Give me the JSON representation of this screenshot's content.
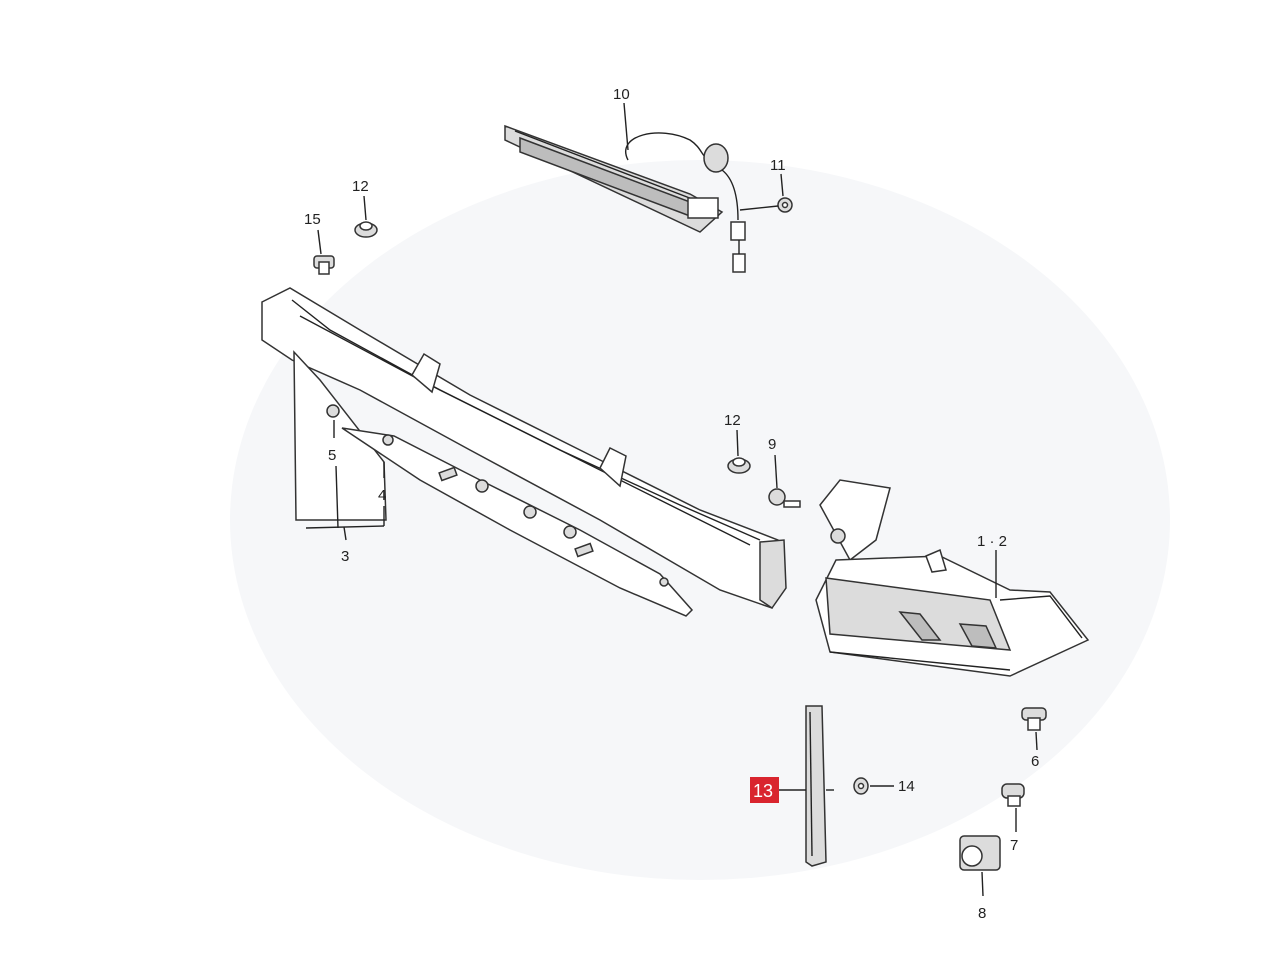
{
  "labels": {
    "p10": "10",
    "p11": "11",
    "p12a": "12",
    "p15": "15",
    "p5": "5",
    "p4": "4",
    "p3": "3",
    "p12b": "12",
    "p9": "9",
    "p1_2": "1 · 2",
    "p6": "6",
    "p14": "14",
    "p13": "13",
    "p7": "7",
    "p8": "8"
  },
  "colors": {
    "highlight": "#d9252e",
    "line": "#222222",
    "part_fill": "#dcdcdc"
  }
}
